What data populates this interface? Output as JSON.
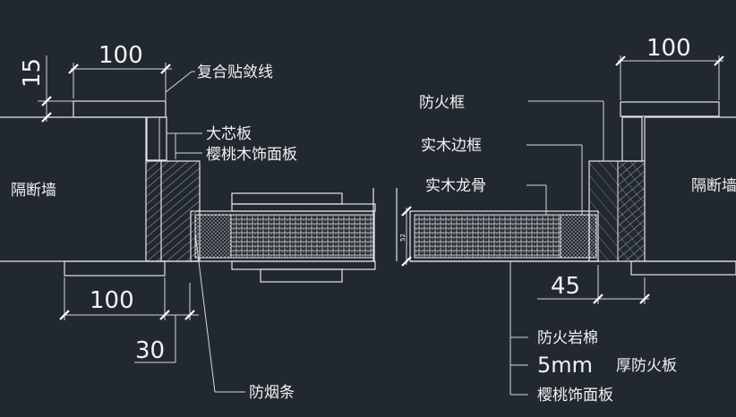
{
  "colors": {
    "background": "#212830",
    "line": "#e6e6e6"
  },
  "dimensions": {
    "top_left": "100",
    "left_vertical": "15",
    "bottom_left": "100",
    "bottom_left_small": "30",
    "top_right": "100",
    "bottom_right": "45",
    "panel_thickness": "52"
  },
  "labels": {
    "composite_trim": "复合贴敛线",
    "core_board": "大芯板",
    "cherry_panel_left": "樱桃木饰面板",
    "partition_left": "隔断墙",
    "partition_right": "隔断墙",
    "fire_frame": "防火框",
    "solid_frame": "实木边框",
    "solid_keel": "实木龙骨",
    "smoke_seal": "防烟条",
    "rock_wool": "防火岩棉",
    "fireboard_size": "5mm",
    "fireboard_text": "厚防火板",
    "cherry_panel_right": "樱桃饰面板"
  }
}
